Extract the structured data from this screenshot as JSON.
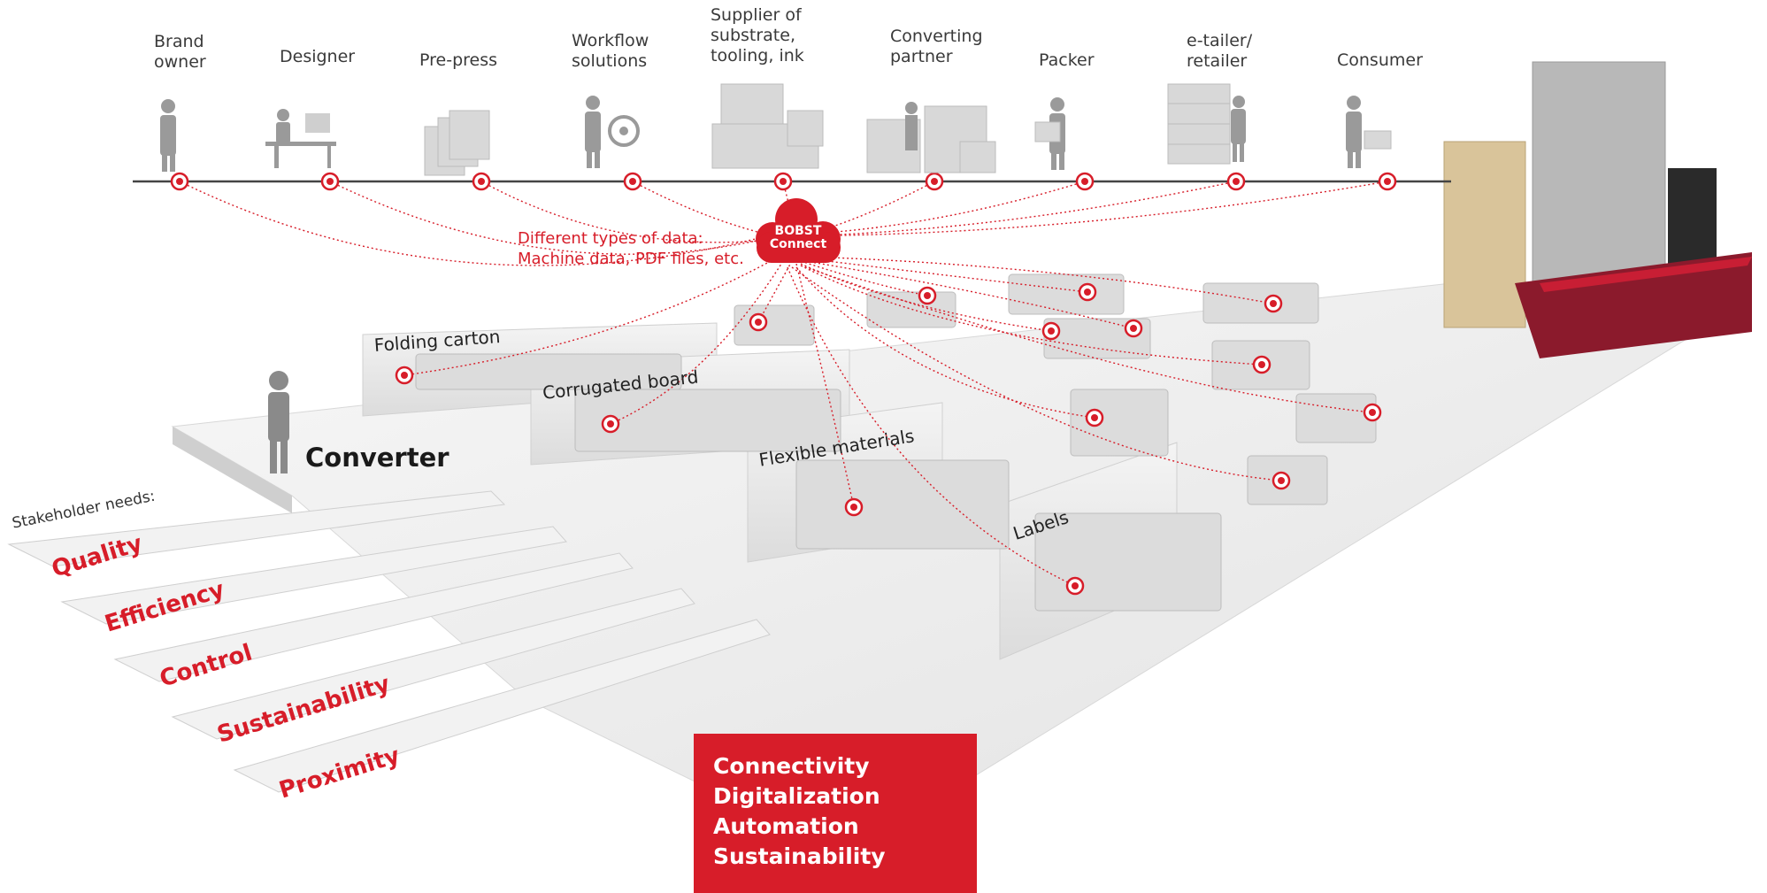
{
  "stakeholders": [
    {
      "line1": "Brand",
      "line2": "owner"
    },
    {
      "line1": "Designer",
      "line2": ""
    },
    {
      "line1": "Pre-press",
      "line2": ""
    },
    {
      "line1": "Workflow",
      "line2": "solutions"
    },
    {
      "line1": "Supplier of",
      "line2": "substrate,",
      "line3": "tooling, ink"
    },
    {
      "line1": "Converting",
      "line2": "partner"
    },
    {
      "line1": "Packer",
      "line2": ""
    },
    {
      "line1": "e-tailer/",
      "line2": "retailer"
    },
    {
      "line1": "Consumer",
      "line2": ""
    }
  ],
  "cloud": {
    "line1": "BOBST",
    "line2": "Connect"
  },
  "data_note": {
    "line1": "Different types of data:",
    "line2": "Machine data, PDF files, etc."
  },
  "converter": "Converter",
  "segments": {
    "folding_carton": "Folding carton",
    "corrugated_board": "Corrugated board",
    "flexible_materials": "Flexible materials",
    "labels": "Labels"
  },
  "stakeholder_needs": {
    "title": "Stakeholder needs:",
    "items": [
      "Quality",
      "Efficiency",
      "Control",
      "Sustainability",
      "Proximity"
    ]
  },
  "pillars": [
    "Connectivity",
    "Digitalization",
    "Automation",
    "Sustainability"
  ],
  "colors": {
    "accent": "#d71d29",
    "line": "#444444",
    "floor": "#ececec"
  }
}
